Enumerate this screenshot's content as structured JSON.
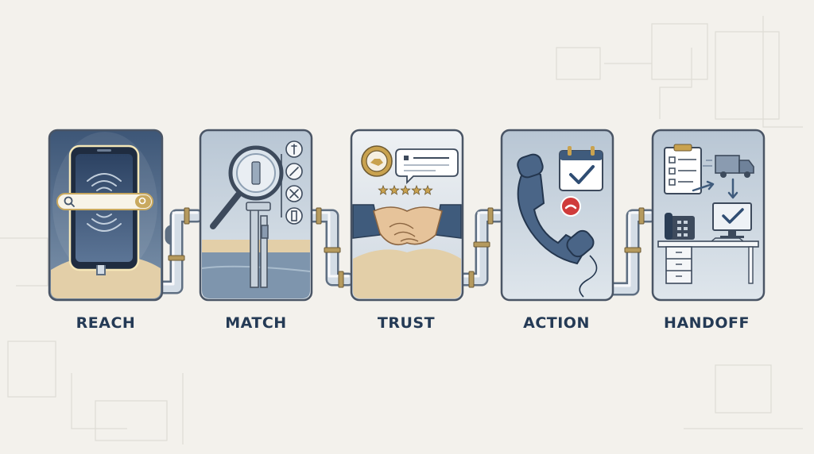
{
  "stages": [
    {
      "id": "reach",
      "label": "REACH",
      "icons": [
        "smartphone-icon",
        "search-bar-icon",
        "signal-waves-icon"
      ]
    },
    {
      "id": "match",
      "label": "MATCH",
      "icons": [
        "magnifier-icon",
        "well-pump-icon",
        "wrench-icon",
        "tools-icon",
        "pipe-icon",
        "meter-icon"
      ]
    },
    {
      "id": "trust",
      "label": "TRUST",
      "icons": [
        "award-badge-icon",
        "chat-bubble-icon",
        "star-rating-icon",
        "handshake-icon"
      ],
      "star_count": 5
    },
    {
      "id": "action",
      "label": "ACTION",
      "icons": [
        "phone-handset-icon",
        "calendar-check-icon",
        "call-button-icon"
      ]
    },
    {
      "id": "handoff",
      "label": "HANDOFF",
      "icons": [
        "clipboard-checklist-icon",
        "delivery-truck-icon",
        "monitor-check-icon",
        "desk-phone-icon",
        "office-desk-icon"
      ]
    }
  ],
  "colors": {
    "background": "#f3f1ec",
    "label_text": "#243a55",
    "card_border": "#4a5565",
    "pipe": "#c9d3dd",
    "pipe_band": "#b59a5e",
    "sand": "#e3cfa8",
    "accent_red": "#cf3b3b",
    "accent_blue": "#3f5b7c"
  }
}
